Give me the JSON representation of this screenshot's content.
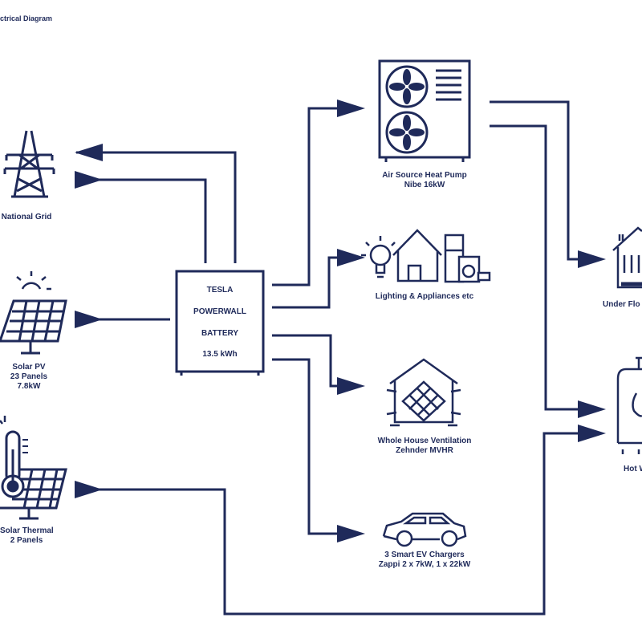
{
  "title": "ctrical Diagram",
  "colors": {
    "primary": "#1f2a5a",
    "background": "#ffffff"
  },
  "sources": {
    "grid": {
      "label": "National Grid",
      "icon": "pylon-icon"
    },
    "solar_pv": {
      "line1": "Solar PV",
      "line2": "23 Panels",
      "line3": "7.8kW",
      "icon": "solar-panel-icon"
    },
    "solar_thermal": {
      "line1": "Solar Thermal",
      "line2": "2 Panels",
      "icon": "solar-thermal-icon"
    }
  },
  "battery": {
    "line1": "TESLA",
    "line2": "POWERWALL",
    "line3": "BATTERY",
    "line4": "13.5 kWh"
  },
  "loads": {
    "heat_pump": {
      "line1": "Air Source Heat Pump",
      "line2": "Nibe 16kW",
      "icon": "heat-pump-icon"
    },
    "lighting": {
      "line1": "Lighting & Appliances etc",
      "icon": "house-appliances-icon"
    },
    "ventilation": {
      "line1": "Whole House Ventilation",
      "line2": "Zehnder MVHR",
      "icon": "ventilation-house-icon"
    },
    "ev": {
      "line1": "3 Smart EV Chargers",
      "line2": "Zappi 2 x 7kW, 1 x 22kW",
      "icon": "car-icon"
    }
  },
  "outputs": {
    "underfloor": {
      "label": "Under Flo",
      "icon": "underfloor-heating-icon"
    },
    "hot_water": {
      "label": "Hot W",
      "icon": "hot-water-cylinder-icon"
    }
  }
}
